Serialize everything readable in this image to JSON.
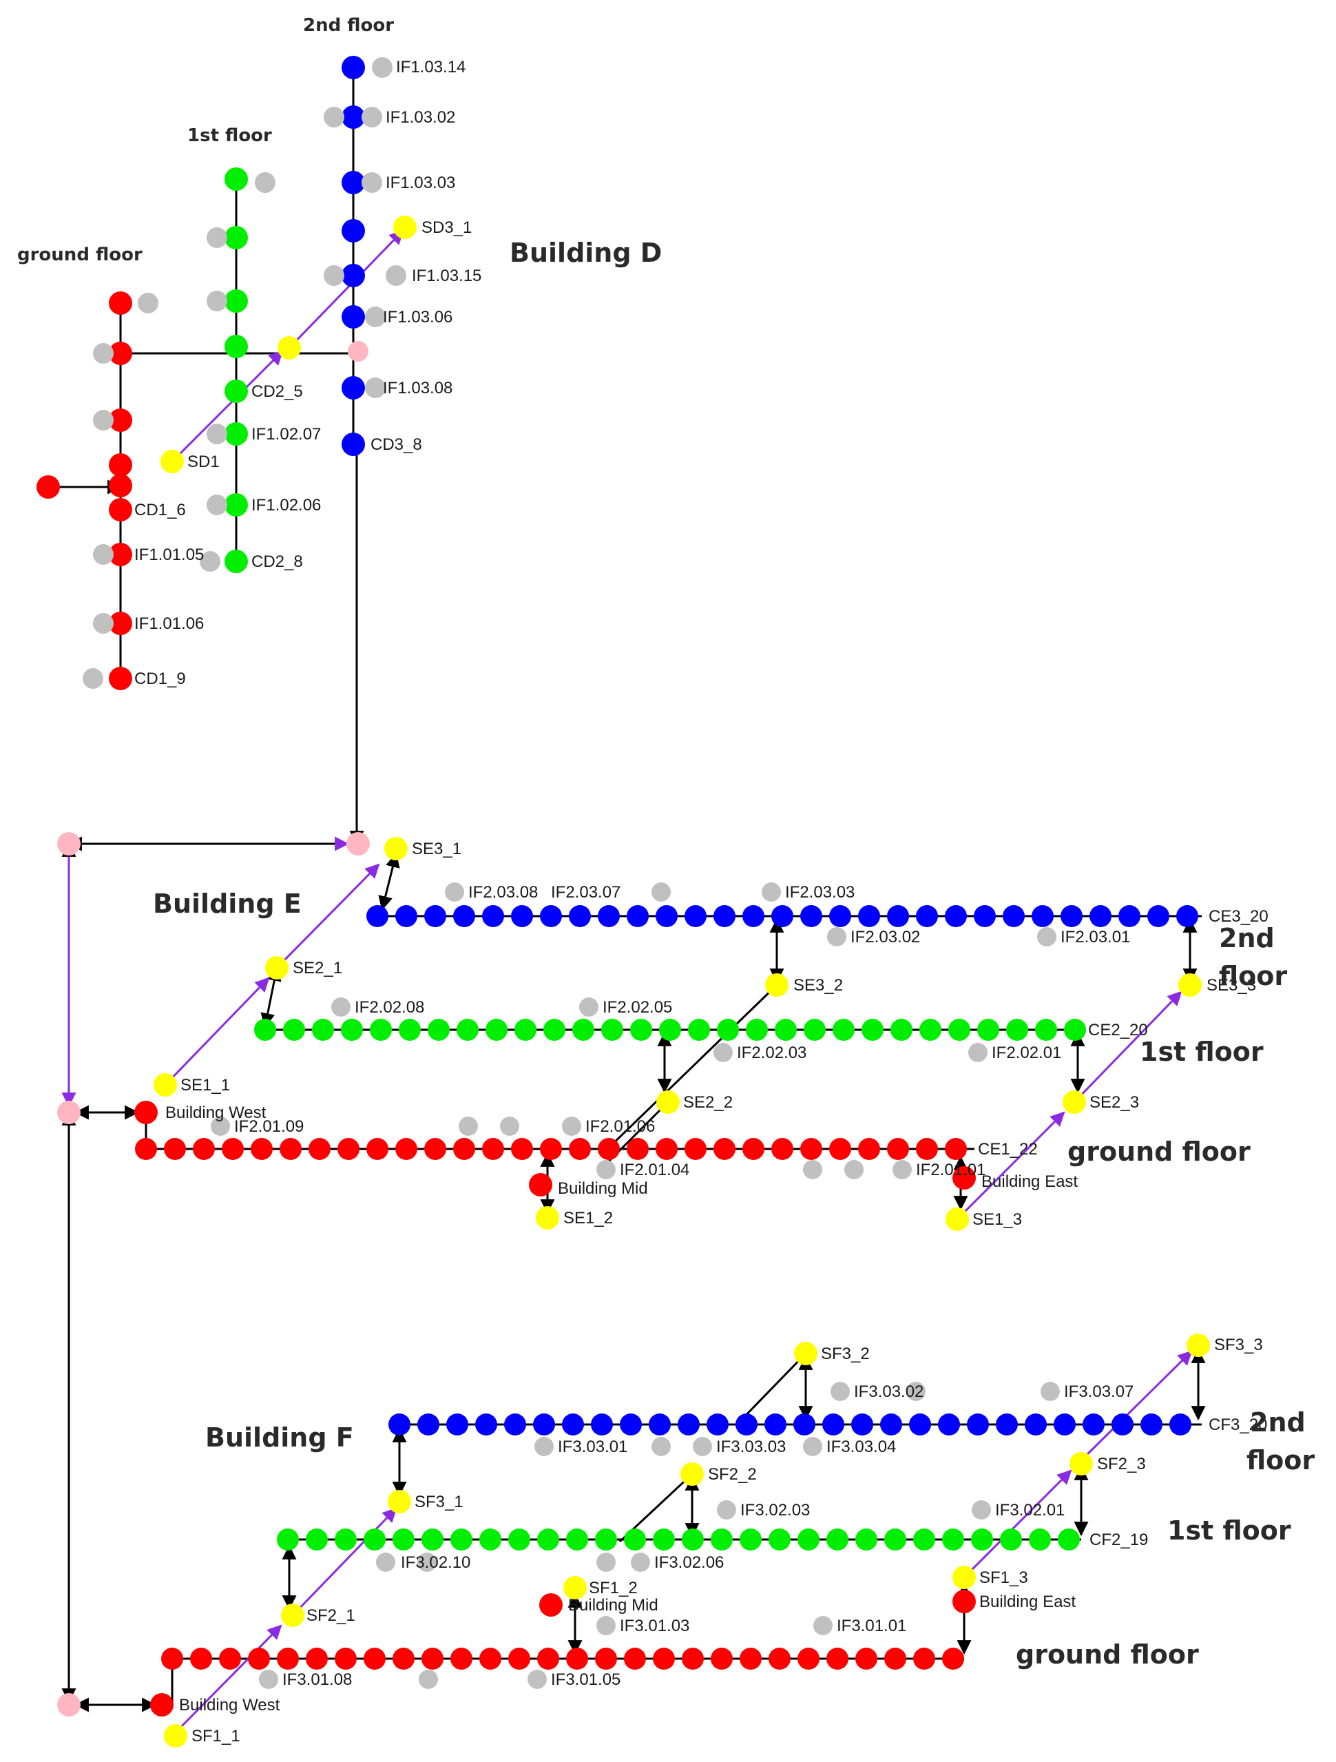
{
  "palette": {
    "ground": "#ff0000",
    "first": "#00ee00",
    "second": "#0000ff",
    "stair": "#ffff00",
    "connector": "#ffb6c1",
    "room": "#c0c0c0",
    "stair_edge": "#8a2be2",
    "edge": "#000000"
  },
  "titles": {
    "building_d": "Building D",
    "building_e": "Building E",
    "building_f": "Building F",
    "d_ground": "ground floor",
    "d_first": "1st floor",
    "d_second": "2nd floor",
    "e_second_1": "2nd",
    "e_second_2": "floor",
    "e_first": "1st floor",
    "e_ground": "ground floor",
    "f_second_1": "2nd",
    "f_second_2": "floor",
    "f_first": "1st floor",
    "f_ground": "ground floor"
  },
  "labels": {
    "d_if1_03_14": "IF1.03.14",
    "d_if1_03_02": "IF1.03.02",
    "d_if1_03_03": "IF1.03.03",
    "d_sd3_1": "SD3_1",
    "d_if1_03_15": "IF1.03.15",
    "d_if1_03_06": "IF1.03.06",
    "d_if1_03_08": "IF1.03.08",
    "d_cd3_8": "CD3_8",
    "d_cd2_5": "CD2_5",
    "d_if1_02_07": "IF1.02.07",
    "d_if1_02_06": "IF1.02.06",
    "d_cd2_8": "CD2_8",
    "d_sd1": "SD1",
    "d_cd1_6": "CD1_6",
    "d_if1_01_05": "IF1.01.05",
    "d_if1_01_06": "IF1.01.06",
    "d_cd1_9": "CD1_9",
    "e_se3_1": "SE3_1",
    "e_if2_03_08": "IF2.03.08",
    "e_if2_03_07": "IF2.03.07",
    "e_if2_03_03": "IF2.03.03",
    "e_ce3_20": "CE3_20",
    "e_if2_03_02": "IF2.03.02",
    "e_if2_03_01": "IF2.03.01",
    "e_se2_1": "SE2_1",
    "e_se3_2": "SE3_2",
    "e_se3_3": "SE3_3",
    "e_if2_02_08": "IF2.02.08",
    "e_if2_02_05": "IF2.02.05",
    "e_ce2_20": "CE2_20",
    "e_if2_02_03": "IF2.02.03",
    "e_if2_02_01": "IF2.02.01",
    "e_se1_1": "SE1_1",
    "e_west": "Building West",
    "e_se2_2": "SE2_2",
    "e_se2_3": "SE2_3",
    "e_if2_01_09": "IF2.01.09",
    "e_if2_01_06": "IF2.01.06",
    "e_ce1_22": "CE1_22",
    "e_if2_01_04": "IF2.01.04",
    "e_if2_01_01": "IF2.01.01",
    "e_mid": "Building Mid",
    "e_east": "Building East",
    "e_se1_2": "SE1_2",
    "e_se1_3": "SE1_3",
    "f_sf3_2": "SF3_2",
    "f_sf3_3": "SF3_3",
    "f_if3_03_02": "IF3.03.02",
    "f_if3_03_07": "IF3.03.07",
    "f_if3_03_01": "IF3.03.01",
    "f_if3_03_03": "IF3.03.03",
    "f_if3_03_04": "IF3.03.04",
    "f_cf3_20": "CF3_20",
    "f_sf3_1": "SF3_1",
    "f_sf2_2": "SF2_2",
    "f_sf2_3": "SF2_3",
    "f_if3_02_03": "IF3.02.03",
    "f_if3_02_01": "IF3.02.01",
    "f_if3_02_10": "IF3.02.10",
    "f_if3_02_06": "IF3.02.06",
    "f_cf2_19": "CF2_19",
    "f_sf1_2": "SF1_2",
    "f_mid": "Building Mid",
    "f_sf1_3": "SF1_3",
    "f_east": "Building East",
    "f_sf2_1": "SF2_1",
    "f_if3_01_03": "IF3.01.03",
    "f_if3_01_01": "IF3.01.01",
    "f_if3_01_08": "IF3.01.08",
    "f_if3_01_05": "IF3.01.05",
    "f_west": "Building West",
    "f_sf1_1": "SF1_1"
  }
}
